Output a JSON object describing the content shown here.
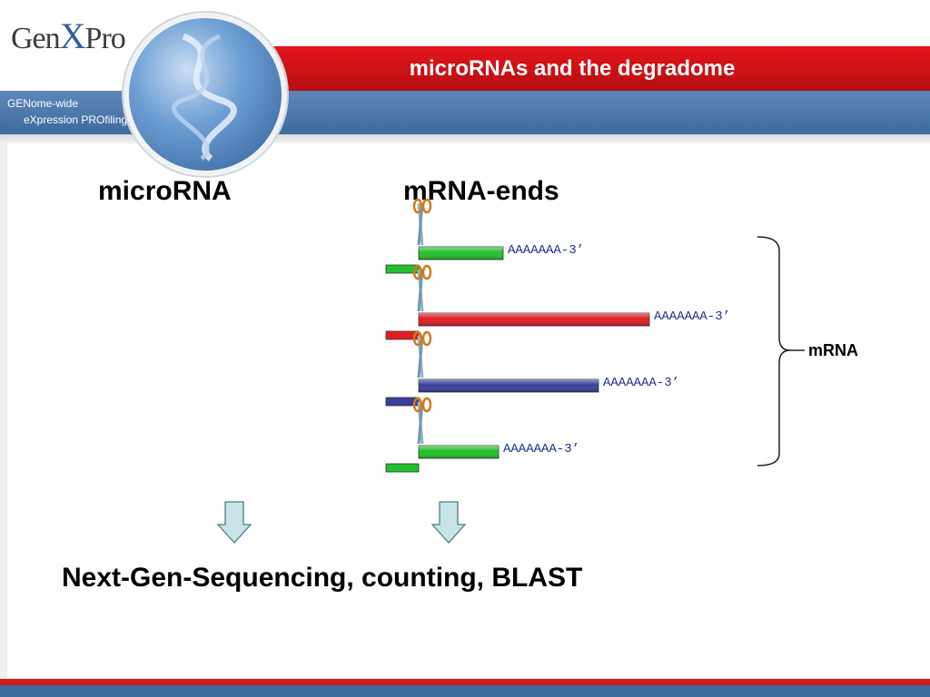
{
  "header": {
    "title": "microRNAs and the degradome",
    "brand": {
      "prefix": "Gen",
      "x": "X",
      "suffix": "Pro"
    },
    "tagline_1": "GENome-wide",
    "tagline_2": "eXpression PROfiling"
  },
  "columns": {
    "left_heading": "microRNA",
    "right_heading": "mRNA-ends"
  },
  "transcripts": [
    {
      "color": "#22c02a",
      "length": 93,
      "fragment": 36,
      "tail_label": "AAAAAAA-3’"
    },
    {
      "color": "#e01e24",
      "length": 254,
      "fragment": 36,
      "tail_label": "AAAAAAA-3’"
    },
    {
      "color": "#3a3f9c",
      "length": 198,
      "fragment": 36,
      "tail_label": "AAAAAAA-3’"
    },
    {
      "color": "#22c02a",
      "length": 88,
      "fragment": 36,
      "tail_label": "AAAAAAA-3’"
    }
  ],
  "brace_label": "mRNA",
  "footer_text": "Next-Gen-Sequencing, counting, BLAST",
  "colors": {
    "accent_red": "#d41a1f",
    "accent_blue": "#3f6a9d",
    "arrow_fill": "#c8e4e6"
  }
}
